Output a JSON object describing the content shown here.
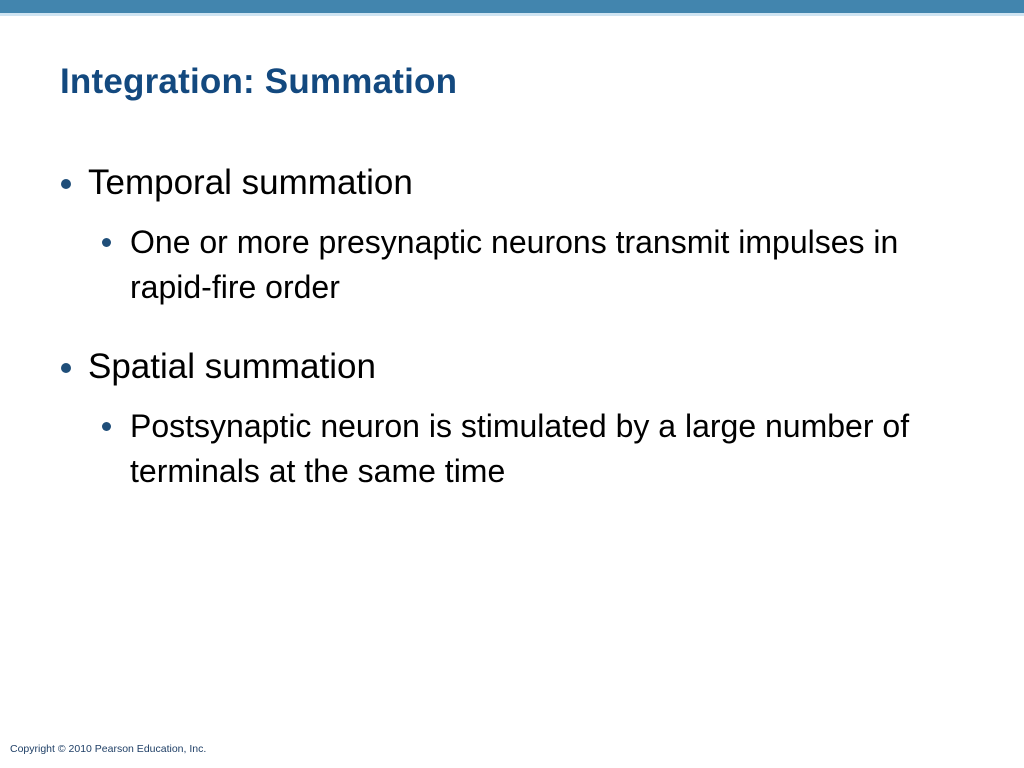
{
  "slide": {
    "title": "Integration: Summation",
    "accent_color": "#4285ae",
    "accent_line_color": "#cfe4f2",
    "title_color": "#13497f",
    "bullet_color": "#1f4e79",
    "background_color": "#ffffff",
    "body": [
      {
        "level": 1,
        "text": "Temporal summation"
      },
      {
        "level": 2,
        "text": "One or more presynaptic neurons transmit impulses in rapid-fire order"
      },
      {
        "level": 1,
        "text": "Spatial summation"
      },
      {
        "level": 2,
        "text": "Postsynaptic neuron is stimulated by a large number of terminals at the same time"
      }
    ],
    "footer": {
      "copyright": "Copyright © 2010 Pearson Education, Inc."
    }
  }
}
